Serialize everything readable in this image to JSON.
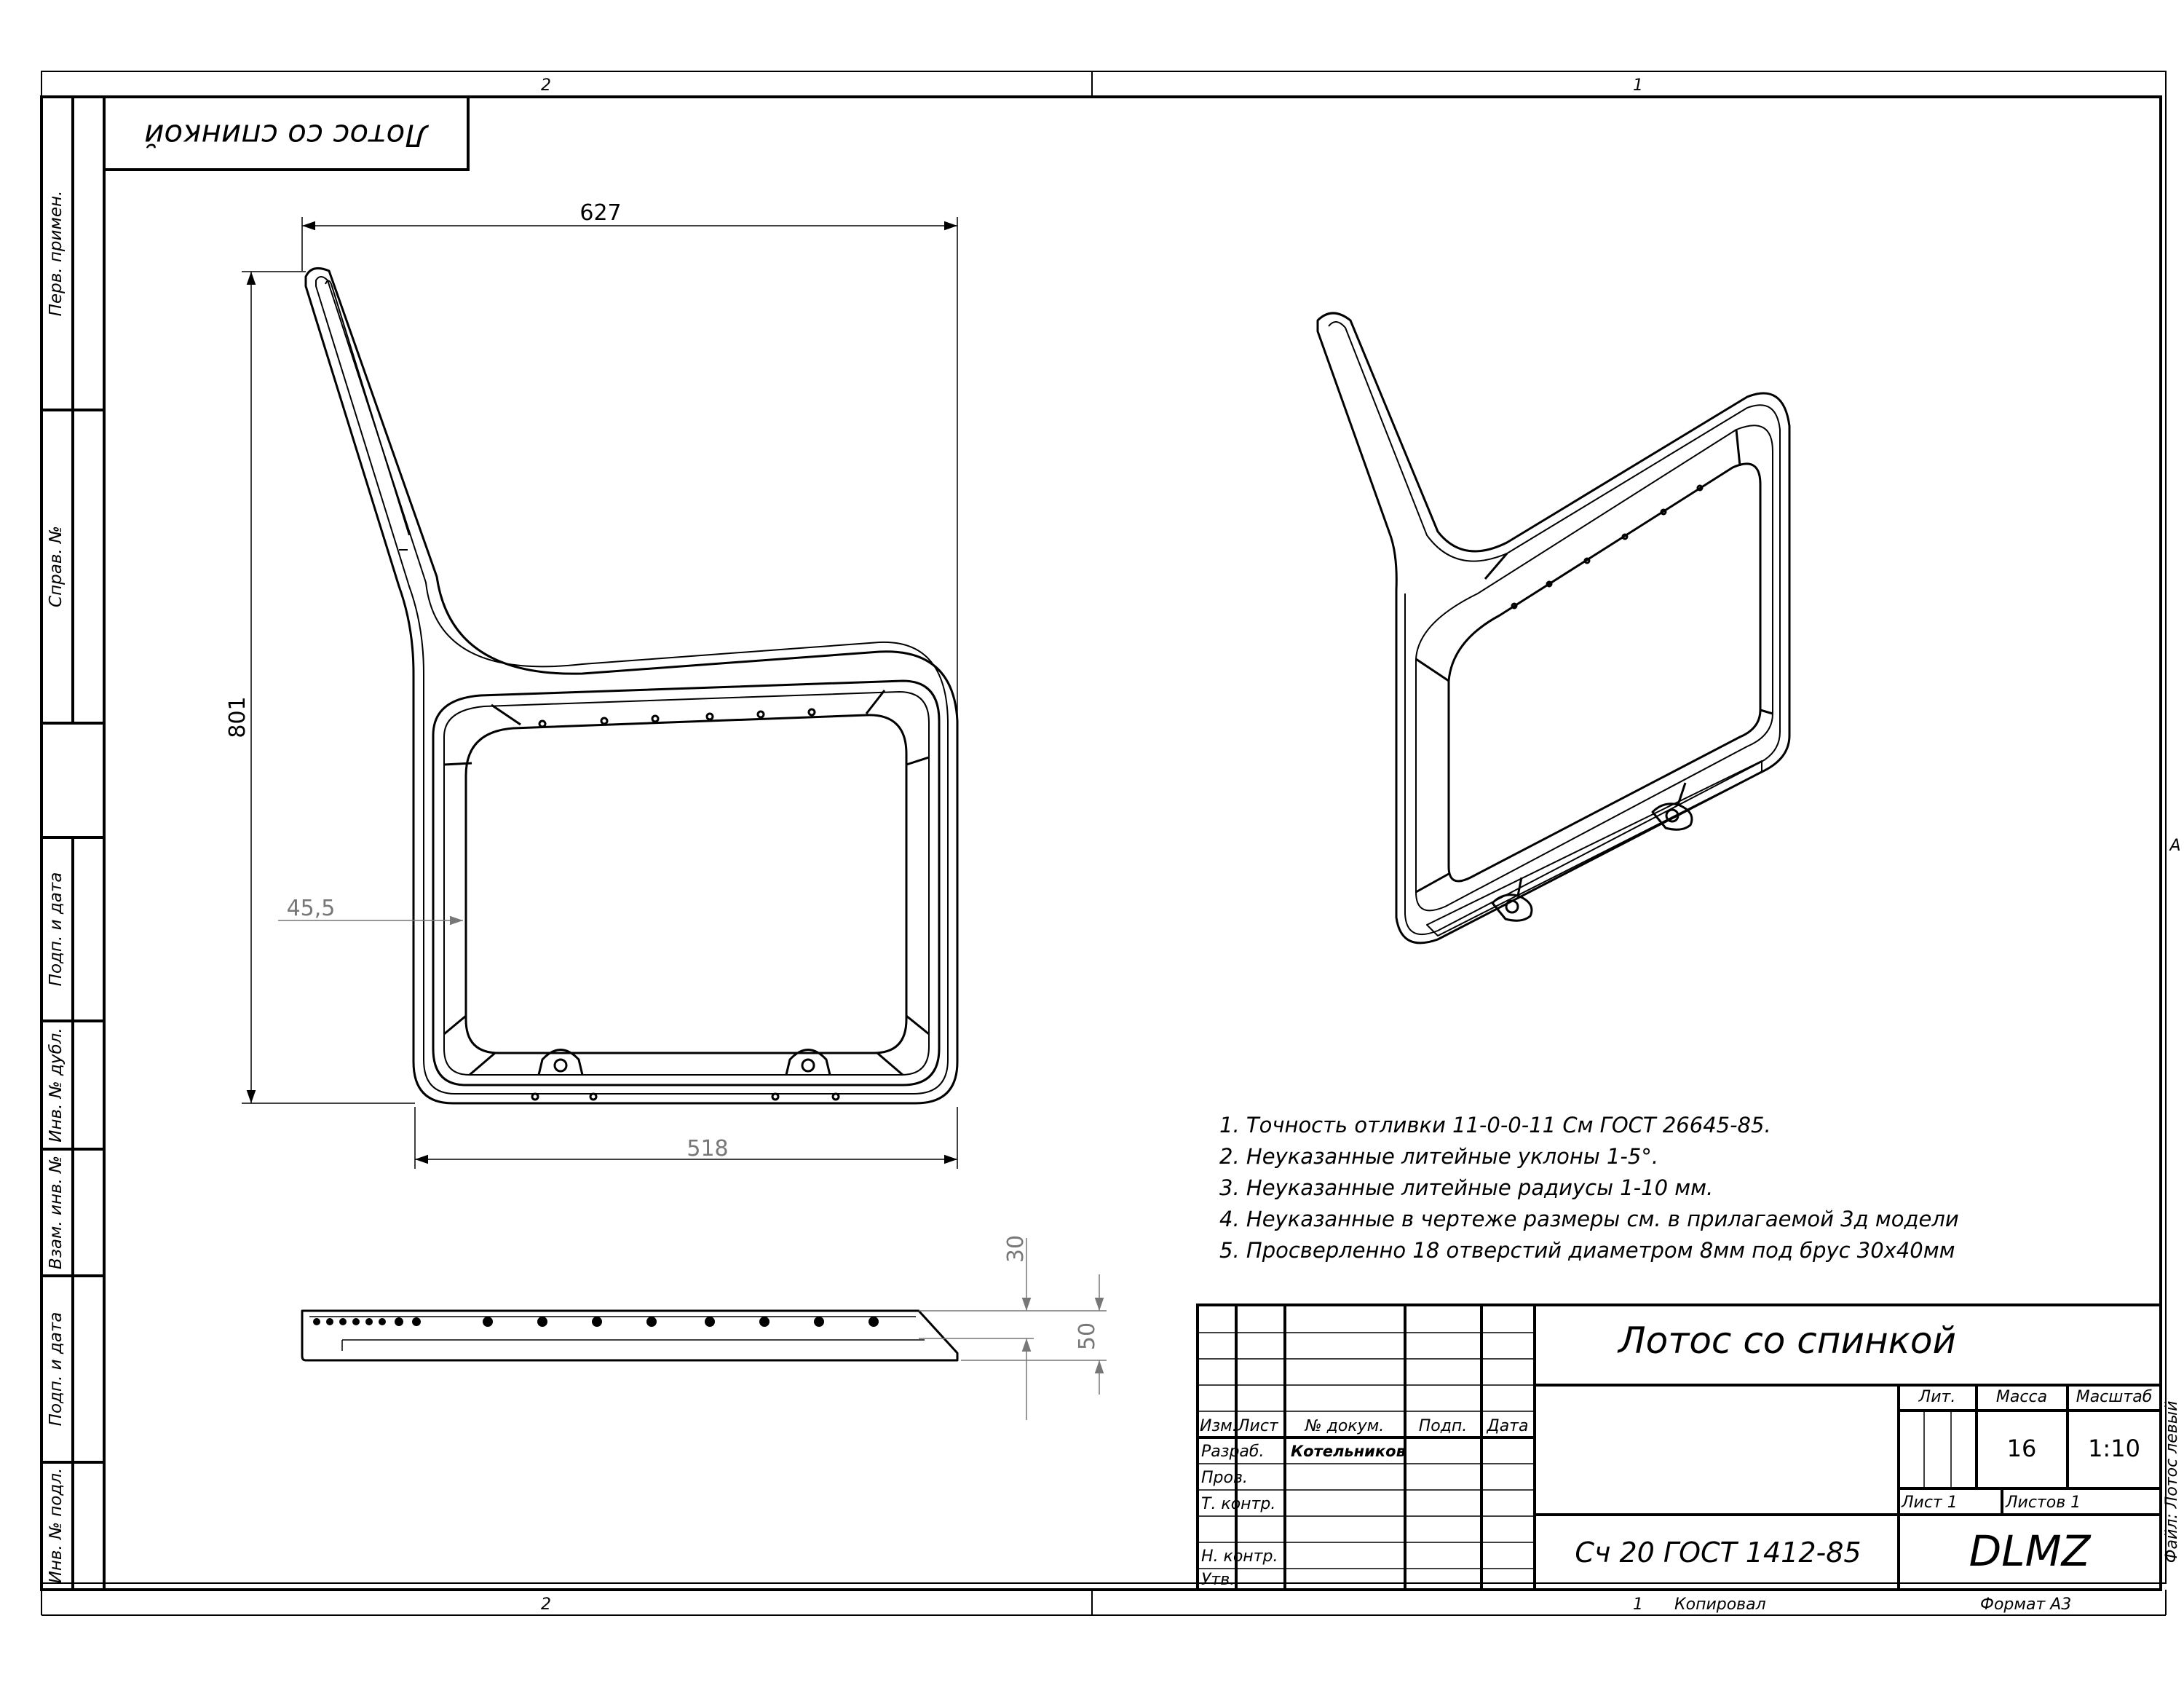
{
  "zone_top_left": "2",
  "zone_top_right": "1",
  "zone_bottom_left": "2",
  "zone_bottom_right": "1",
  "zone_side": "A",
  "stamp_mirrored": "Лотос со спинкой",
  "side_labels": {
    "perv_primen": "Перв. примен.",
    "sprav_no": "Справ. №",
    "podp_data_1": "Подп. и дата",
    "inv_dubl": "Инв. № дубл.",
    "vzam_inv": "Взам. инв. №",
    "podp_data_2": "Подп. и дата",
    "inv_podl": "Инв. № подл."
  },
  "dimensions": {
    "width_top": "627",
    "height_left": "801",
    "offset_inner": "45,5",
    "width_bottom": "518",
    "profile_30": "30",
    "profile_50": "50"
  },
  "notes": [
    "1. Точность отливки 11-0-0-11 См ГОСТ 26645-85.",
    "2. Неуказанные литейные уклоны 1-5°.",
    "3. Неуказанные литейные радиусы 1-10 мм.",
    "4. Неуказанные в чертеже размеры см. в прилагаемой 3д модели",
    "5. Просверленно 18 отверстий диаметром 8мм под брус 30х40мм"
  ],
  "title_block": {
    "name": "Лотос со спинкой",
    "material": "Сч 20 ГОСТ 1412-85",
    "org": "DLMZ",
    "headers": {
      "izm": "Изм.",
      "list": "Лист",
      "dokum": "№ докум.",
      "podp": "Подп.",
      "data": "Дата"
    },
    "rows": {
      "razrab": "Разраб.",
      "prov": "Пров.",
      "tkontr": "Т. контр.",
      "nkontr": "Н. контр.",
      "utv": "Утв."
    },
    "developer": "Котельников",
    "lit_label": "Лит.",
    "mass_label": "Масса",
    "scale_label": "Масштаб",
    "mass": "16",
    "scale": "1:10",
    "sheet": "Лист 1",
    "sheets": "Листов 1",
    "file": "Файл: Лотос левый"
  },
  "footer": {
    "copied": "Копировал",
    "format": "Формат А3"
  }
}
